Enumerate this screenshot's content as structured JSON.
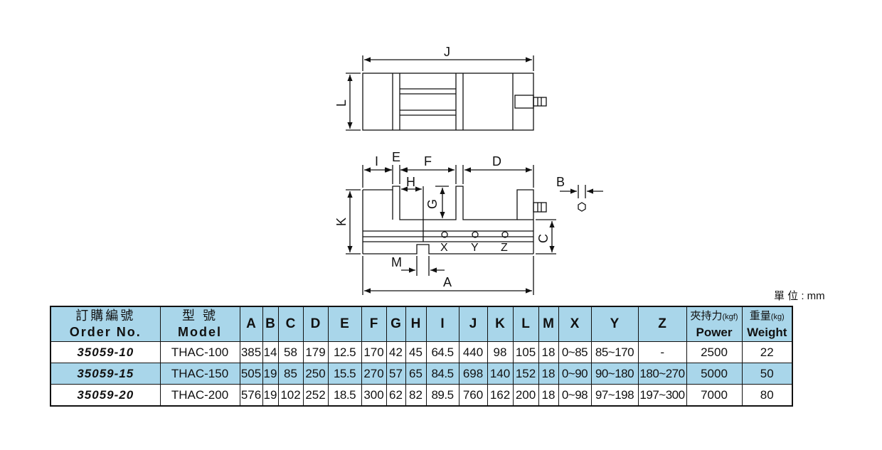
{
  "drawing": {
    "top_view_labels": {
      "J": "J",
      "L": "L"
    },
    "front_view_labels": {
      "I": "I",
      "E": "E",
      "F": "F",
      "D": "D",
      "H": "H",
      "G": "G",
      "K": "K",
      "B": "B",
      "C": "C",
      "M": "M",
      "A": "A",
      "X": "X",
      "Y": "Y",
      "Z": "Z"
    }
  },
  "unit_note": "單 位 : mm",
  "table": {
    "headers": {
      "order_zh": "訂購編號",
      "order_en": "Order No.",
      "model_zh": "型 號",
      "model_en": "Model",
      "cols": [
        "A",
        "B",
        "C",
        "D",
        "E",
        "F",
        "G",
        "H",
        "I",
        "J",
        "K",
        "L",
        "M",
        "X",
        "Y",
        "Z"
      ],
      "power_zh": "夾持力",
      "power_unit": "(kgf)",
      "power_en": "Power",
      "weight_zh": "重量",
      "weight_unit": "(kg)",
      "weight_en": "Weight"
    },
    "rows": [
      {
        "order": "35059-10",
        "model": "THAC-100",
        "A": "385",
        "B": "14",
        "C": "58",
        "D": "179",
        "E": "12.5",
        "F": "170",
        "G": "42",
        "H": "45",
        "I": "64.5",
        "J": "440",
        "K": "98",
        "L": "105",
        "M": "18",
        "X": "0~85",
        "Y": "85~170",
        "Z": "-",
        "power": "2500",
        "weight": "22"
      },
      {
        "order": "35059-15",
        "model": "THAC-150",
        "A": "505",
        "B": "19",
        "C": "85",
        "D": "250",
        "E": "15.5",
        "F": "270",
        "G": "57",
        "H": "65",
        "I": "84.5",
        "J": "698",
        "K": "140",
        "L": "152",
        "M": "18",
        "X": "0~90",
        "Y": "90~180",
        "Z": "180~270",
        "power": "5000",
        "weight": "50"
      },
      {
        "order": "35059-20",
        "model": "THAC-200",
        "A": "576",
        "B": "19",
        "C": "102",
        "D": "252",
        "E": "18.5",
        "F": "300",
        "G": "62",
        "H": "82",
        "I": "89.5",
        "J": "760",
        "K": "162",
        "L": "200",
        "M": "18",
        "X": "0~98",
        "Y": "97~198",
        "Z": "197~300",
        "power": "7000",
        "weight": "80"
      }
    ]
  }
}
